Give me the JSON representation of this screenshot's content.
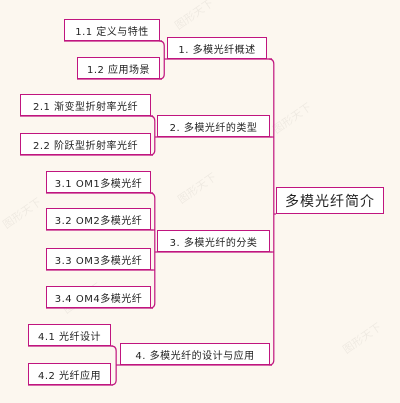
{
  "colors": {
    "line": "#c0157f",
    "background": "#fcf7ef"
  },
  "root": {
    "label": "多模光纤简介"
  },
  "branches": [
    {
      "label": "1. 多模光纤概述",
      "children": [
        {
          "label": "1.1 定义与特性"
        },
        {
          "label": "1.2 应用场景"
        }
      ]
    },
    {
      "label": "2. 多模光纤的类型",
      "children": [
        {
          "label": "2.1 渐变型折射率光纤"
        },
        {
          "label": "2.2 阶跃型折射率光纤"
        }
      ]
    },
    {
      "label": "3. 多模光纤的分类",
      "children": [
        {
          "label": "3.1 OM1多模光纤"
        },
        {
          "label": "3.2 OM2多模光纤"
        },
        {
          "label": "3.3 OM3多模光纤"
        },
        {
          "label": "3.4 OM4多模光纤"
        }
      ]
    },
    {
      "label": "4. 多模光纤的设计与应用",
      "children": [
        {
          "label": "4.1 光纤设计"
        },
        {
          "label": "4.2 光纤应用"
        }
      ]
    }
  ],
  "watermark": "图形天下"
}
